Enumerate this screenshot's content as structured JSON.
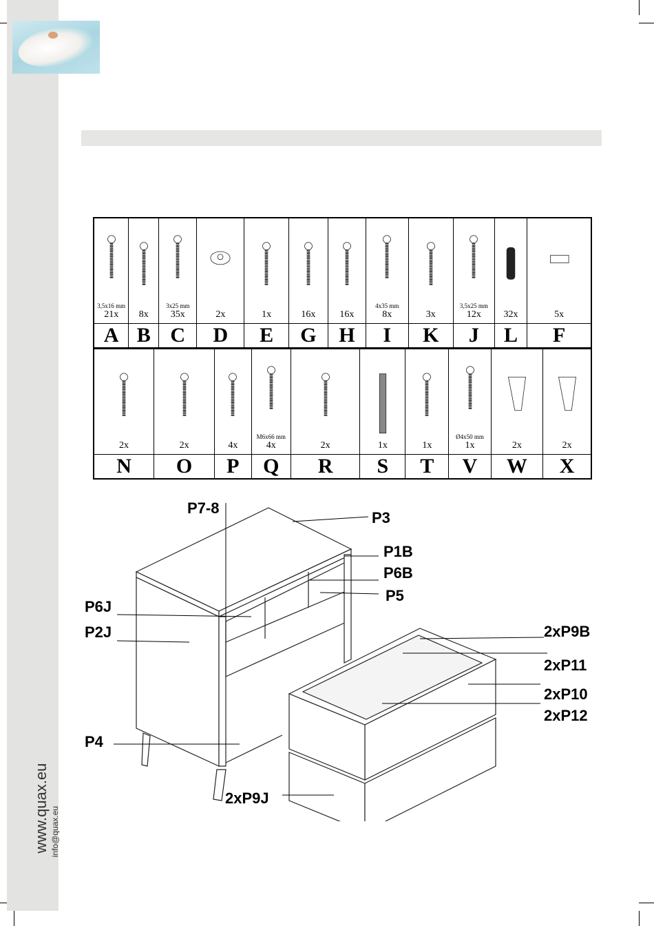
{
  "side": {
    "website": "www.quax.eu",
    "email": "info@quax.eu"
  },
  "parts_row1": [
    {
      "letter": "A",
      "qty": "21x",
      "size": "3,5x16 mm",
      "icon": "screw-icon"
    },
    {
      "letter": "B",
      "qty": "8x",
      "size": "",
      "icon": "long-screw-icon"
    },
    {
      "letter": "C",
      "qty": "35x",
      "size": "3x25 mm",
      "icon": "screw-icon"
    },
    {
      "letter": "D",
      "qty": "2x",
      "size": "",
      "icon": "washer-icon"
    },
    {
      "letter": "E",
      "qty": "1x",
      "size": "",
      "icon": "hex-key-icon"
    },
    {
      "letter": "G",
      "qty": "16x",
      "size": "",
      "icon": "cam-bolt-icon"
    },
    {
      "letter": "H",
      "qty": "16x",
      "size": "",
      "icon": "cam-lock-icon"
    },
    {
      "letter": "I",
      "qty": "8x",
      "size": "4x35 mm",
      "icon": "screw-icon"
    },
    {
      "letter": "K",
      "qty": "3x",
      "size": "",
      "icon": "plug-icon"
    },
    {
      "letter": "J",
      "qty": "12x",
      "size": "3,5x25 mm",
      "icon": "screw-icon"
    },
    {
      "letter": "L",
      "qty": "32x",
      "size": "",
      "icon": "dowel-icon"
    },
    {
      "letter": "F",
      "qty": "5x",
      "size": "",
      "icon": "bracket-icon"
    }
  ],
  "parts_row2": [
    {
      "letter": "N",
      "qty": "2x",
      "size": "",
      "icon": "drawer-runner-icon"
    },
    {
      "letter": "O",
      "qty": "2x",
      "size": "",
      "icon": "drawer-runner-icon"
    },
    {
      "letter": "P",
      "qty": "4x",
      "size": "",
      "icon": "barrel-nut-icon"
    },
    {
      "letter": "Q",
      "qty": "4x",
      "size": "M6x66 mm",
      "icon": "bolt-icon"
    },
    {
      "letter": "R",
      "qty": "2x",
      "size": "",
      "icon": "push-opener-icon"
    },
    {
      "letter": "S",
      "qty": "1x",
      "size": "",
      "icon": "strip-icon"
    },
    {
      "letter": "T",
      "qty": "1x",
      "size": "",
      "icon": "wall-plug-icon"
    },
    {
      "letter": "V",
      "qty": "1x",
      "size": "Ø4x50 mm",
      "icon": "screw-icon"
    },
    {
      "letter": "W",
      "qty": "2x",
      "size": "",
      "icon": "leg-icon"
    },
    {
      "letter": "X",
      "qty": "2x",
      "size": "",
      "icon": "leg-icon"
    }
  ],
  "diagram": {
    "labels": {
      "p78": "P7-8",
      "p3": "P3",
      "p1b": "P1B",
      "p6b": "P6B",
      "p5": "P5",
      "p6j": "P6J",
      "p2j": "P2J",
      "p9b": "2xP9B",
      "p11": "2xP11",
      "p10": "2xP10",
      "p12": "2xP12",
      "p4": "P4",
      "p9j": "2xP9J"
    }
  }
}
